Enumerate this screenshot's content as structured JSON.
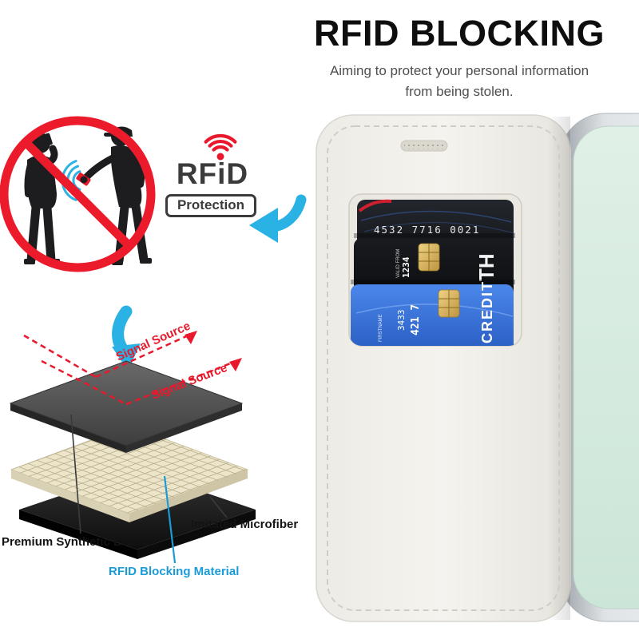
{
  "header": {
    "title": "RFID BLOCKING",
    "subtitle_line1": "Aiming to protect your personal information",
    "subtitle_line2": "from being stolen."
  },
  "protection_badge": {
    "title": "RFiD",
    "subtitle": "Protection"
  },
  "signal_arrows": {
    "label_1": "Signal Source",
    "label_2": "Signal Source"
  },
  "material_labels": {
    "top_layer": "Premium Synthetic Leather",
    "middle_layer": "RFID Blocking Material",
    "bottom_layer": "Imitated Microfiber"
  },
  "cards": {
    "black_card_digits": "4532 7716 0021",
    "middle_card_valid": "VALID FROM",
    "middle_card_digits": "1234",
    "middle_card_logo": "TH",
    "blue_card_label": "CREDIT",
    "blue_card_digits": "3433",
    "blue_card_digits2": "421 7",
    "blue_card_name": "FIRSTNAME"
  },
  "colors": {
    "prohibition_red": "#ec1b2c",
    "signal_red": "#e8192c",
    "arrow_cyan": "#2ab2e4",
    "rfid_label_blue": "#1b9cd9",
    "case_gray": "#f1f0eb",
    "card_blue": "#2f66cf",
    "screen_mint": "#d6ebe2"
  }
}
